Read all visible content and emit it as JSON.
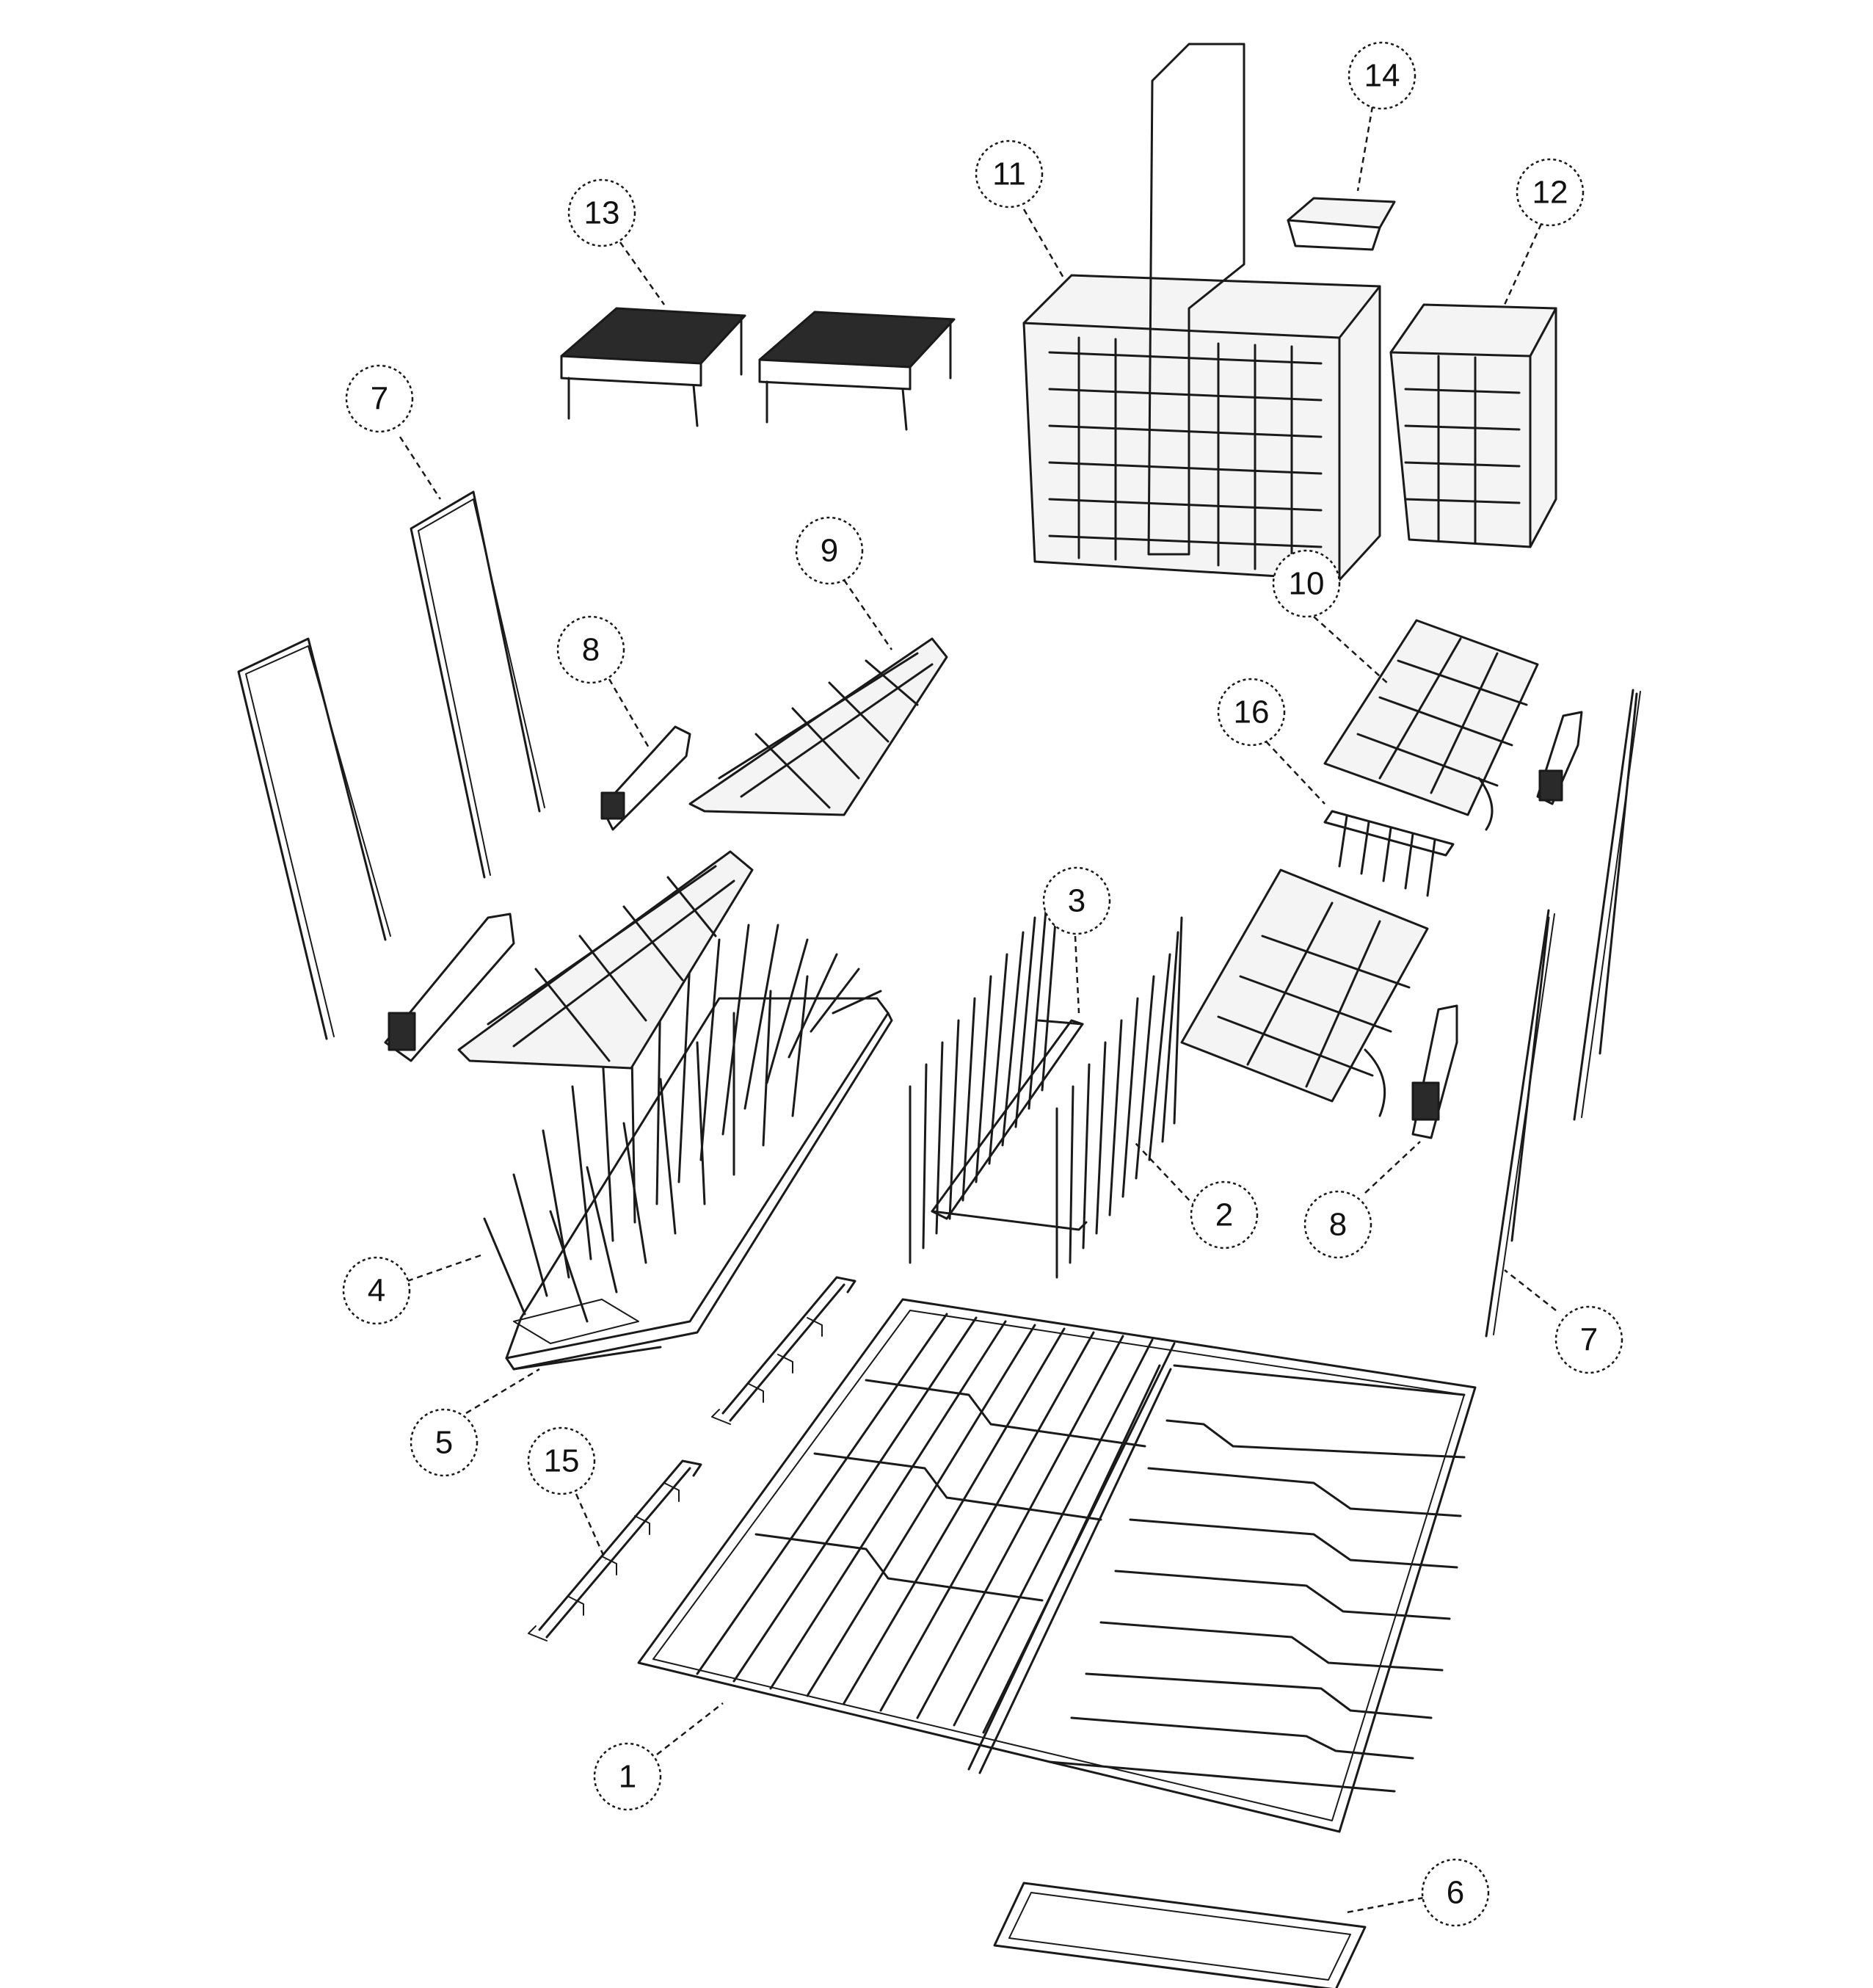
{
  "callouts": [
    {
      "id": "c1",
      "label": "1"
    },
    {
      "id": "c2",
      "label": "2"
    },
    {
      "id": "c3",
      "label": "3"
    },
    {
      "id": "c4",
      "label": "4"
    },
    {
      "id": "c5",
      "label": "5"
    },
    {
      "id": "c6",
      "label": "6"
    },
    {
      "id": "c7a",
      "label": "7"
    },
    {
      "id": "c7b",
      "label": "7"
    },
    {
      "id": "c8a",
      "label": "8"
    },
    {
      "id": "c8b",
      "label": "8"
    },
    {
      "id": "c9",
      "label": "9"
    },
    {
      "id": "c10",
      "label": "10"
    },
    {
      "id": "c11",
      "label": "11"
    },
    {
      "id": "c12",
      "label": "12"
    },
    {
      "id": "c13",
      "label": "13"
    },
    {
      "id": "c14",
      "label": "14"
    },
    {
      "id": "c15",
      "label": "15"
    },
    {
      "id": "c16",
      "label": "16"
    }
  ]
}
